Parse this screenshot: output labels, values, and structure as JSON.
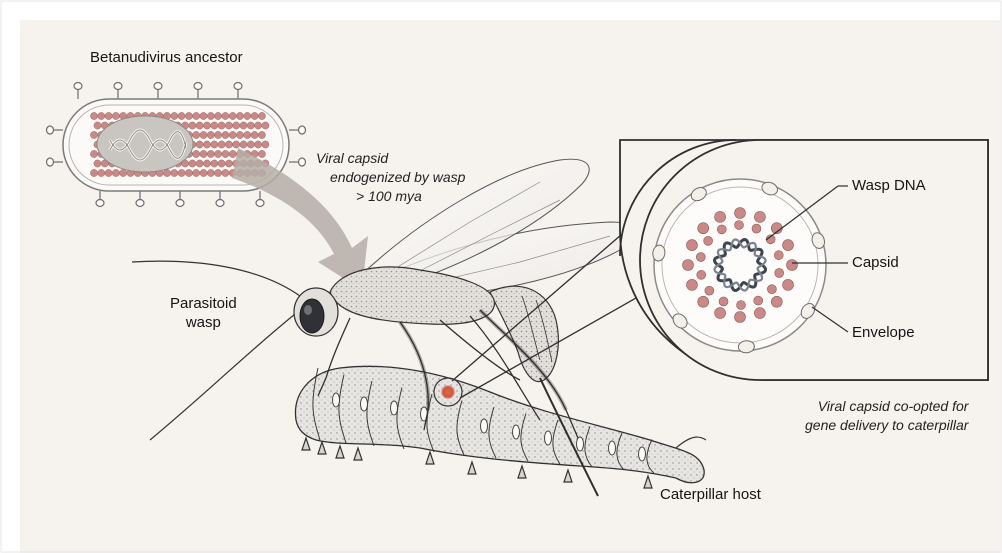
{
  "labels": {
    "ancestor": "Betanudivirus ancestor",
    "endogenized": [
      "Viral capsid",
      "endogenized by wasp",
      "> 100 mya"
    ],
    "wasp": [
      "Parasitoid",
      "wasp"
    ],
    "wasp_dna": "Wasp DNA",
    "capsid": "Capsid",
    "envelope": "Envelope",
    "coopted": [
      "Viral capsid co-opted for",
      "gene delivery to caterpillar"
    ],
    "caterpillar": "Caterpillar host"
  },
  "colors": {
    "background": "#f6f2ee",
    "capsomere": "#c98a87",
    "arrow": "#b5ada6",
    "red_spot": "#d0553d",
    "dna": "#3f4550"
  },
  "icons": [
    "virus-illustration",
    "arrow",
    "wasp-illustration",
    "caterpillar-illustration",
    "capsid-cross-section"
  ]
}
